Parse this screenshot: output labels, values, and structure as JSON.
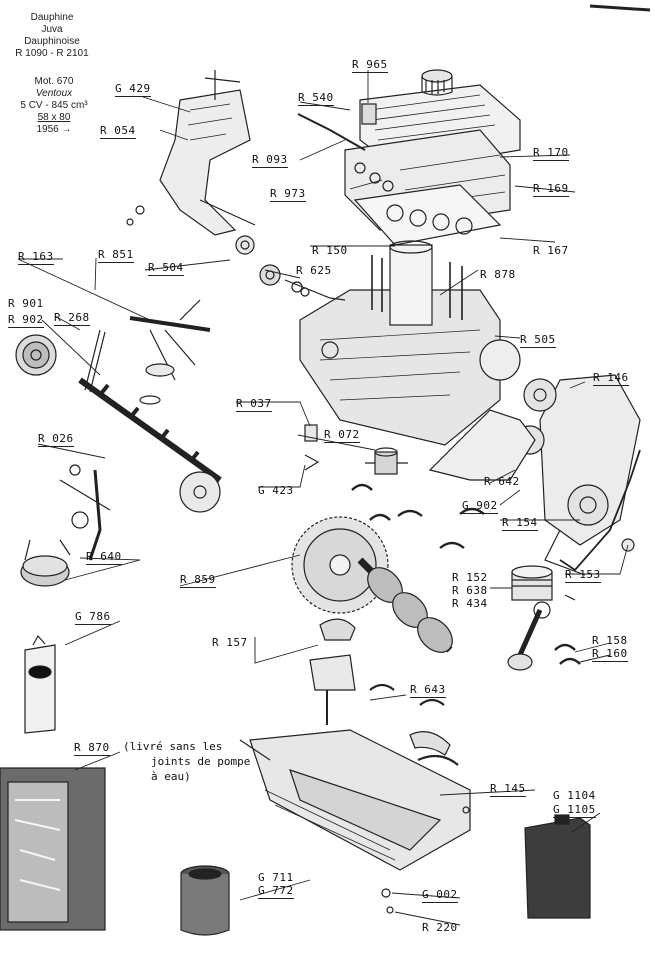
{
  "header": {
    "line1": "Dauphine",
    "line2": "Juva Dauphinoise",
    "line3": "R 1090 - R 2101"
  },
  "engine": {
    "mot": "Mot. 670",
    "name": "Ventoux",
    "power": "5 CV - 845 cm³",
    "bore": "58 x 80",
    "year": "1956 →"
  },
  "labels": {
    "g429": "G 429",
    "r054": "R 054",
    "r965": "R 965",
    "r540": "R 540",
    "r093": "R 093",
    "r170": "R 170",
    "r973": "R 973",
    "r169": "R 169",
    "r167": "R 167",
    "r150": "R 150",
    "r163": "R 163",
    "r851": "R 851",
    "r504": "R 504",
    "r625": "R 625",
    "r878": "R 878",
    "r901": "R 901",
    "r902": "R 902",
    "r268": "R 268",
    "r505": "R 505",
    "r146": "R 146",
    "r037": "R 037",
    "r072": "R 072",
    "r026": "R 026",
    "g423": "G 423",
    "r642": "R 642",
    "g902": "G 902",
    "r154": "R 154",
    "r640": "R 640",
    "r859": "R 859",
    "r152": "R 152",
    "r638": "R 638",
    "r434": "R 434",
    "r153": "R 153",
    "g786": "G 786",
    "r157": "R 157",
    "r158": "R 158",
    "r160": "R 160",
    "r643": "R 643",
    "r870": "R 870",
    "r145": "R 145",
    "g1104": "G 1104",
    "g1105": "G 1105",
    "g711": "G 711",
    "g772": "G 772",
    "g002": "G 002",
    "r220": "R 220"
  },
  "note": {
    "line1": "(livré sans les",
    "line2": "joints de pompe",
    "line3": "à eau)"
  }
}
